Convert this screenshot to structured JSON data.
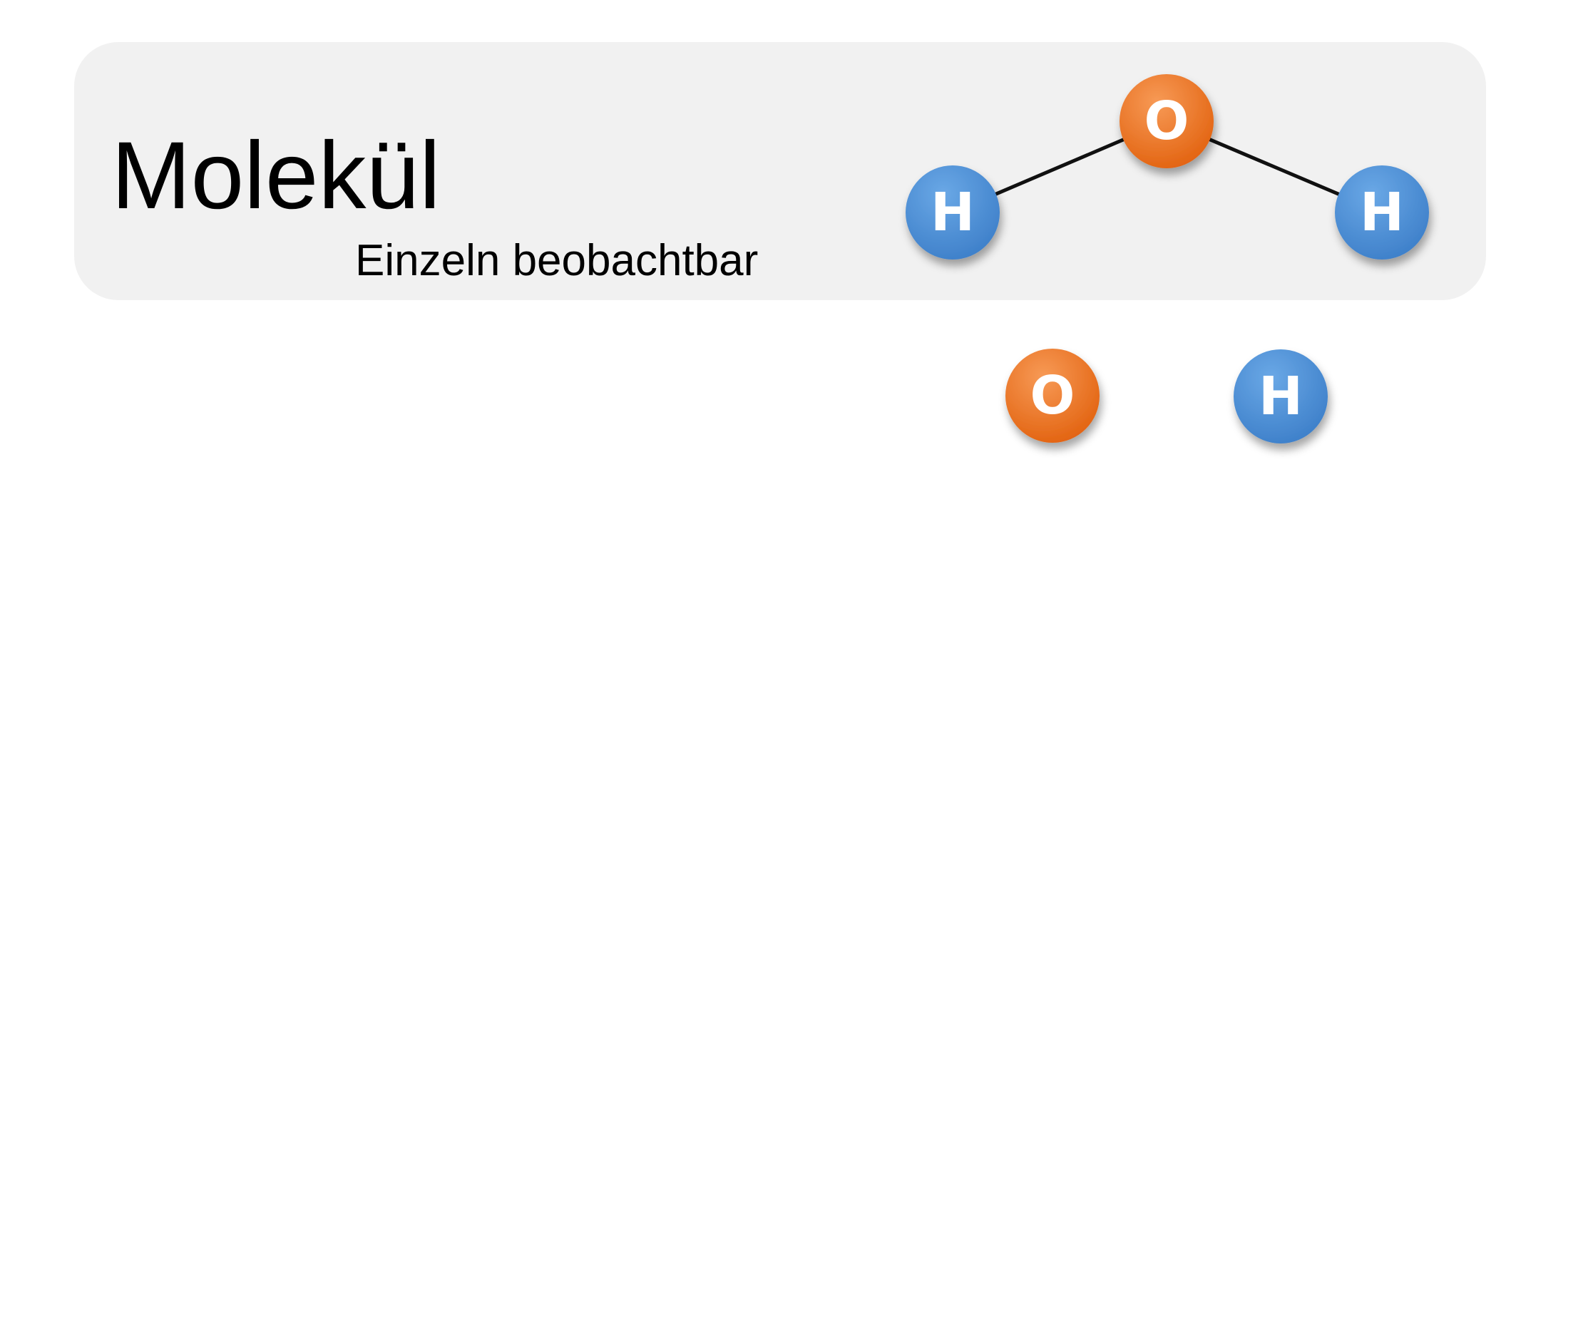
{
  "card": {
    "title": "Molekül",
    "subtitle": "Einzeln beobachtbar"
  },
  "molecule": {
    "atoms": [
      {
        "element": "O",
        "color": "#ee7423"
      },
      {
        "element": "H",
        "color": "#4a8dd3"
      },
      {
        "element": "H",
        "color": "#4a8dd3"
      }
    ],
    "bonds": [
      [
        0,
        1
      ],
      [
        0,
        2
      ]
    ]
  },
  "loose_atoms": [
    {
      "element": "O",
      "color": "#ee7423"
    },
    {
      "element": "H",
      "color": "#4a8dd3"
    }
  ],
  "colors": {
    "card_background": "#f1f1f1",
    "oxygen": "#ee7423",
    "hydrogen": "#4a8dd3",
    "bond": "#111111"
  }
}
